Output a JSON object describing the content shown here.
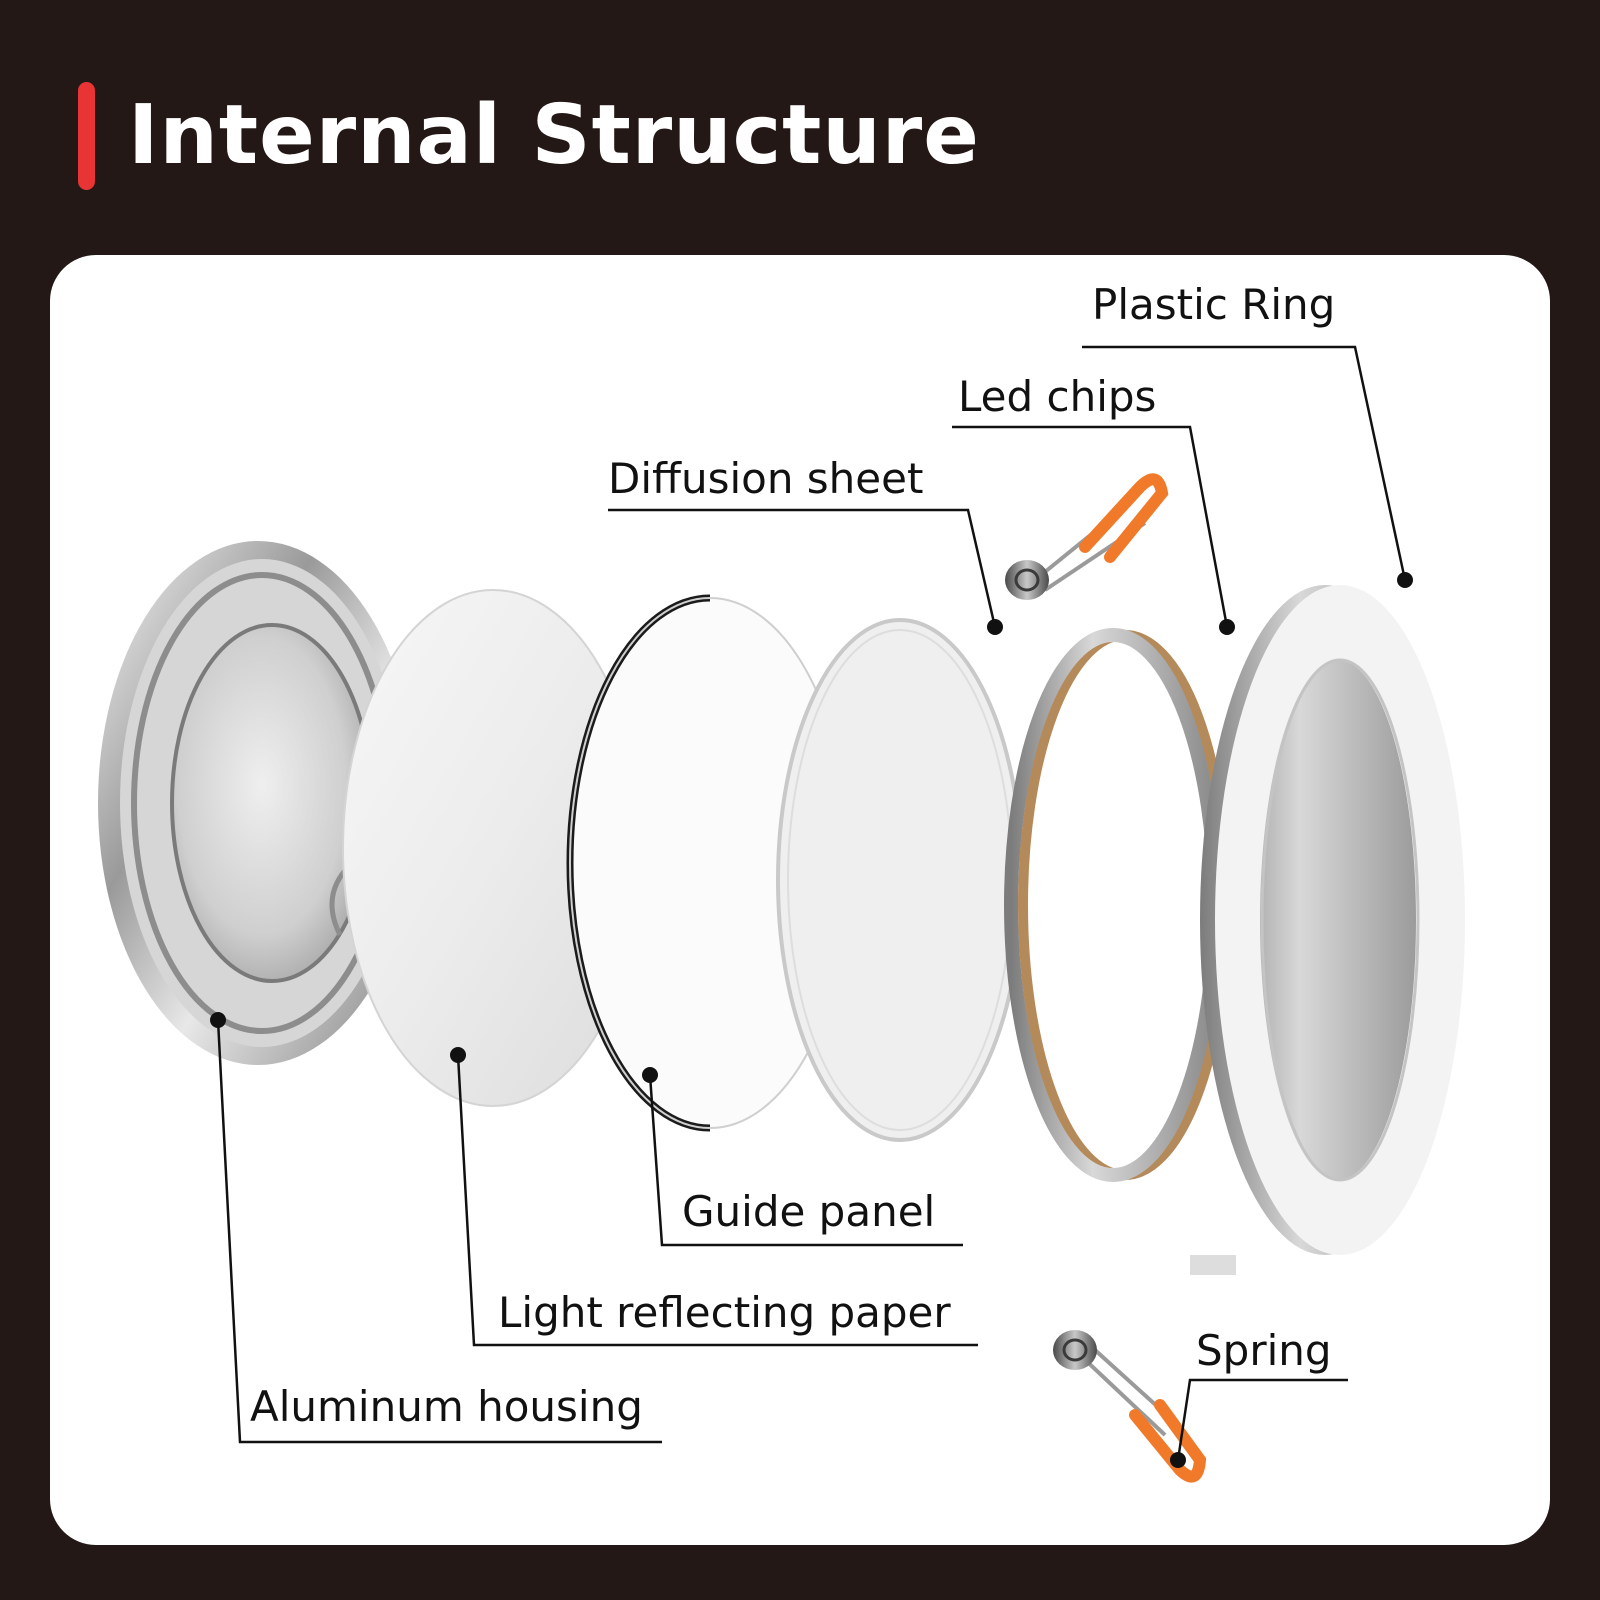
{
  "header": {
    "title": "Internal Structure"
  },
  "colors": {
    "background": "#231815",
    "accent": "#e83434",
    "spring_sleeve": "#f07a2a",
    "leader_line": "#111111"
  },
  "components": {
    "aluminum_housing": "Aluminum housing",
    "light_reflecting_paper": "Light reflecting paper",
    "guide_panel": "Guide panel",
    "diffusion_sheet": "Diffusion sheet",
    "led_chips": "Led chips",
    "plastic_ring": "Plastic Ring",
    "spring": "Spring"
  }
}
